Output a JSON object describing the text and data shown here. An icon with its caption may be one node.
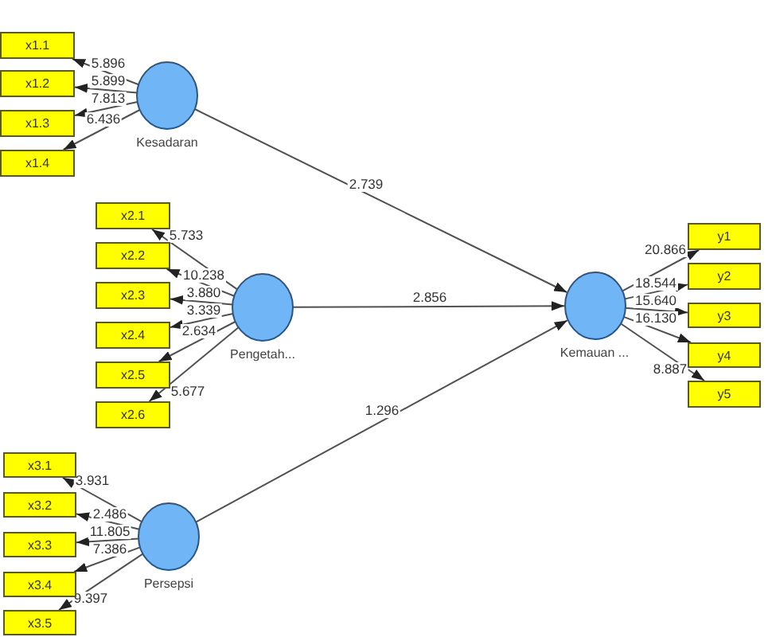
{
  "diagram": {
    "nodes": [
      {
        "text": [
          "x1.1"
        ]
      },
      {
        "text": [
          "x1.2"
        ]
      },
      {
        "text": [
          "x1.3"
        ]
      },
      {
        "text": [
          "x1.4"
        ]
      },
      {
        "text": [
          "Kesadaran"
        ]
      },
      {
        "text": [
          "x2.1"
        ]
      },
      {
        "text": [
          "x2.2"
        ]
      },
      {
        "text": [
          "x2.3"
        ]
      },
      {
        "text": [
          "x2.4"
        ]
      },
      {
        "text": [
          "x2.5"
        ]
      },
      {
        "text": [
          "x2.6"
        ]
      },
      {
        "text": [
          "Pengetah..."
        ]
      },
      {
        "text": [
          "x3.1"
        ]
      },
      {
        "text": [
          "x3.2"
        ]
      },
      {
        "text": [
          "x3.3"
        ]
      },
      {
        "text": [
          "x3.4"
        ]
      },
      {
        "text": [
          "x3.5"
        ]
      },
      {
        "text": [
          "Persepsi"
        ]
      },
      {
        "text": [
          "Kemauan ..."
        ]
      },
      {
        "text": [
          "y1"
        ]
      },
      {
        "text": [
          "y2"
        ]
      },
      {
        "text": [
          "y3"
        ]
      },
      {
        "text": [
          "y4"
        ]
      },
      {
        "text": [
          "y5"
        ]
      }
    ],
    "edges": [
      {
        "from": 4,
        "to": 0,
        "arrow": "to",
        "label": "5.896"
      },
      {
        "from": 4,
        "to": 1,
        "arrow": "to",
        "label": "5.899"
      },
      {
        "from": 4,
        "to": 2,
        "arrow": "to",
        "label": "7.813"
      },
      {
        "from": 4,
        "to": 3,
        "arrow": "to",
        "label": "6.436"
      },
      {
        "from": 4,
        "to": 18,
        "arrow": "to",
        "label": "2.739"
      },
      {
        "from": 11,
        "to": 5,
        "arrow": "to",
        "label": "5.733"
      },
      {
        "from": 11,
        "to": 6,
        "arrow": "to",
        "label": "10.238"
      },
      {
        "from": 11,
        "to": 7,
        "arrow": "to",
        "label": "3.880"
      },
      {
        "from": 11,
        "to": 8,
        "arrow": "to",
        "label": "3.339"
      },
      {
        "from": 11,
        "to": 9,
        "arrow": "to",
        "label": "2.634"
      },
      {
        "from": 11,
        "to": 10,
        "arrow": "to",
        "label": "5.677"
      },
      {
        "from": 11,
        "to": 18,
        "arrow": "to",
        "label": "2.856"
      },
      {
        "from": 17,
        "to": 12,
        "arrow": "to",
        "label": "3.931"
      },
      {
        "from": 17,
        "to": 13,
        "arrow": "to",
        "label": "2.486"
      },
      {
        "from": 17,
        "to": 14,
        "arrow": "to",
        "label": "11.805"
      },
      {
        "from": 17,
        "to": 15,
        "arrow": "to",
        "label": "7.386"
      },
      {
        "from": 17,
        "to": 16,
        "arrow": "to",
        "label": "9.397"
      },
      {
        "from": 17,
        "to": 18,
        "arrow": "to",
        "label": "1.296"
      },
      {
        "from": 18,
        "to": 19,
        "arrow": "to",
        "label": "20.866"
      },
      {
        "from": 18,
        "to": 20,
        "arrow": "to",
        "label": "18.544"
      },
      {
        "from": 18,
        "to": 21,
        "arrow": "to",
        "label": "15.640"
      },
      {
        "from": 18,
        "to": 22,
        "arrow": "to",
        "label": "16.130"
      },
      {
        "from": 18,
        "to": 23,
        "arrow": "to",
        "label": "8.887"
      }
    ]
  }
}
